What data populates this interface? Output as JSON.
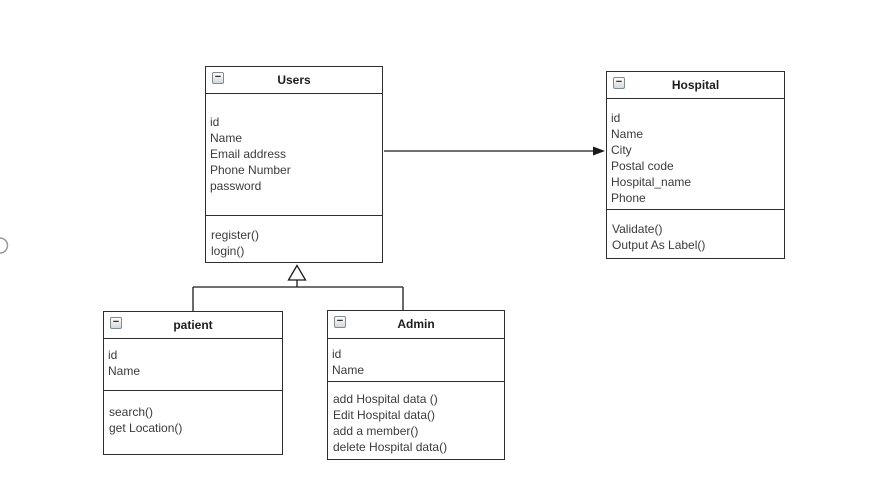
{
  "canvas": {
    "background": "#ffffff",
    "shape_border_color": "#2e2e2e",
    "connector_color": "#1a1a1a",
    "text_color": "#3b3b3b"
  },
  "icons": {
    "collapse_glyph": "−",
    "collapse_meaning": "collapse-shape-button"
  },
  "classes": {
    "users": {
      "title": "Users",
      "attributes": [
        "id",
        "Name",
        "Email address",
        "Phone Number",
        "password"
      ],
      "methods": [
        "register()",
        "login()"
      ]
    },
    "hospital": {
      "title": "Hospital",
      "attributes": [
        "id",
        "Name",
        "City",
        "Postal code",
        "Hospital_name",
        "Phone"
      ],
      "methods": [
        "Validate()",
        "Output As Label()"
      ]
    },
    "patient": {
      "title": "patient",
      "attributes": [
        "id",
        "Name"
      ],
      "methods": [
        "search()",
        "get Location()"
      ]
    },
    "admin": {
      "title": "Admin",
      "attributes": [
        "id",
        "Name"
      ],
      "methods": [
        "add Hospital data ()",
        "Edit Hospital data()",
        "add a member()",
        "delete Hospital data()"
      ]
    }
  },
  "connectors": {
    "association": {
      "type": "directed-association",
      "from": "Users",
      "to": "Hospital"
    },
    "generalization": {
      "type": "generalization",
      "parent": "Users",
      "children": [
        "patient",
        "Admin"
      ]
    }
  }
}
